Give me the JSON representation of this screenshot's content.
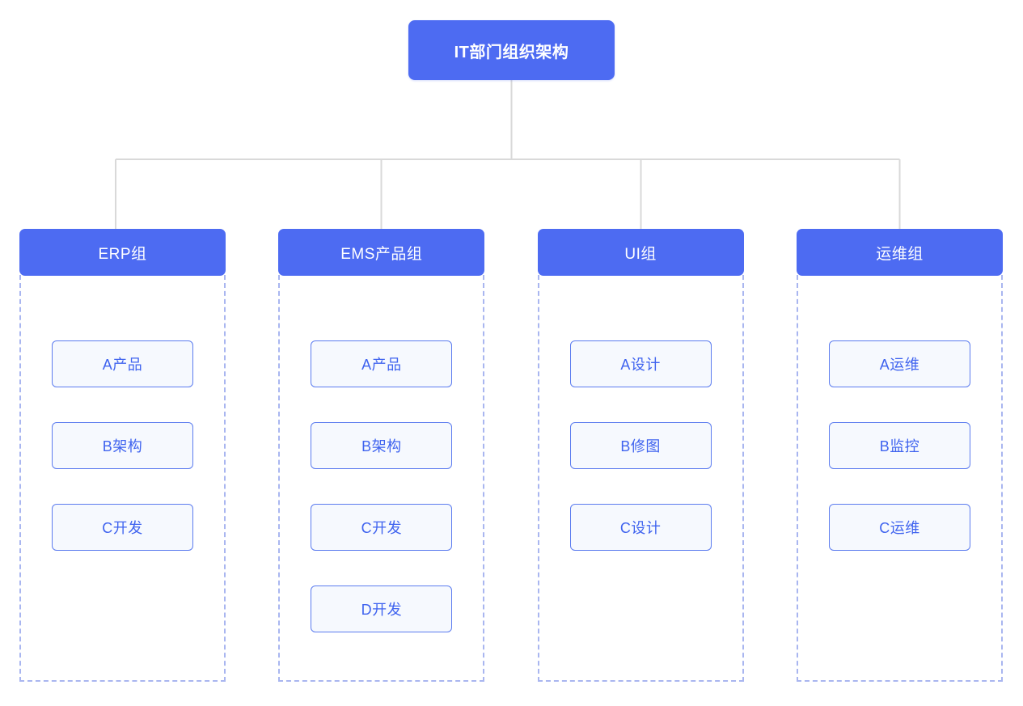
{
  "title": "IT部门组织架构",
  "root": {
    "label": "IT部门组织架构"
  },
  "groups": [
    {
      "name": "ERP组",
      "members": [
        "A产品",
        "B架构",
        "C开发"
      ]
    },
    {
      "name": "EMS产品组",
      "members": [
        "A产品",
        "B架构",
        "C开发",
        "D开发"
      ]
    },
    {
      "name": "UI组",
      "members": [
        "A设计",
        "B修图",
        "C设计"
      ]
    },
    {
      "name": "运维组",
      "members": [
        "A运维",
        "B监控",
        "C运维"
      ]
    }
  ],
  "colors": {
    "node_blue": "#4d6bf2",
    "node_text_on_blue": "#ffffff",
    "member_background": "#f6f9fe",
    "member_border": "#5c7cef",
    "member_text": "#3f63ef",
    "dashed_container_border": "#a9b6f0",
    "connector_line": "#d9d9d9",
    "page_background": "#ffffff"
  }
}
